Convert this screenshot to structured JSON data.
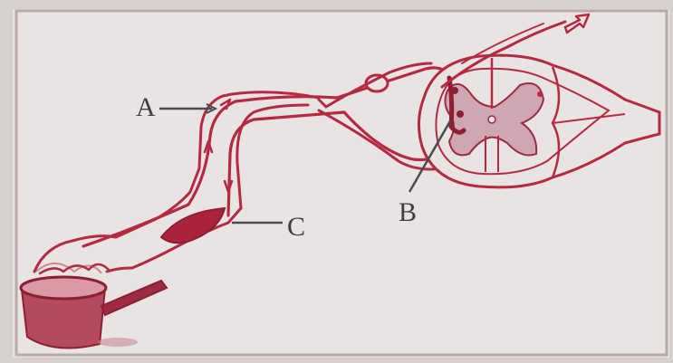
{
  "diagram": {
    "labels": {
      "a": "A",
      "b": "B",
      "c": "C"
    },
    "colors": {
      "ink": "#b52a41",
      "ink_dark": "#8e1f33",
      "gray_matter": "#cfa7b2",
      "paper": "#e7e3e2",
      "frame": "#b9b3b2",
      "label_text": "#3f3f45"
    }
  }
}
